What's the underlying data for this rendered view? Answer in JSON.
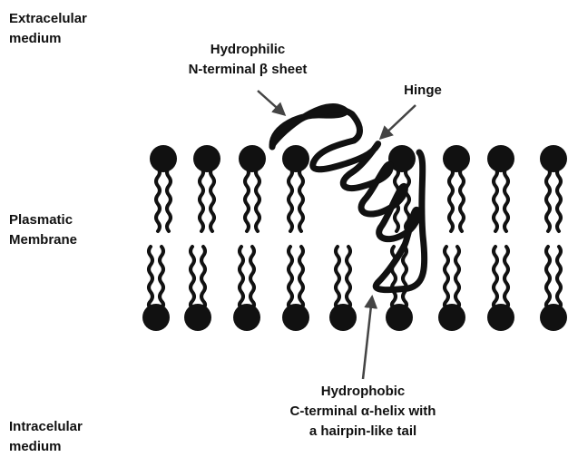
{
  "regions": {
    "extracellular": [
      "Extracelular",
      "medium"
    ],
    "membrane": [
      "Plasmatic",
      "Membrane"
    ],
    "intracellular": [
      "Intracelular",
      "medium"
    ]
  },
  "annotations": {
    "n_terminal": [
      "Hydrophilic",
      "N-terminal β sheet"
    ],
    "hinge": "Hinge",
    "c_terminal": [
      "Hydrophobic",
      "C-terminal α-helix with",
      "a hairpin-like tail"
    ]
  },
  "colors": {
    "ink": "#111111",
    "background": "#ffffff",
    "arrow": "#444444"
  }
}
